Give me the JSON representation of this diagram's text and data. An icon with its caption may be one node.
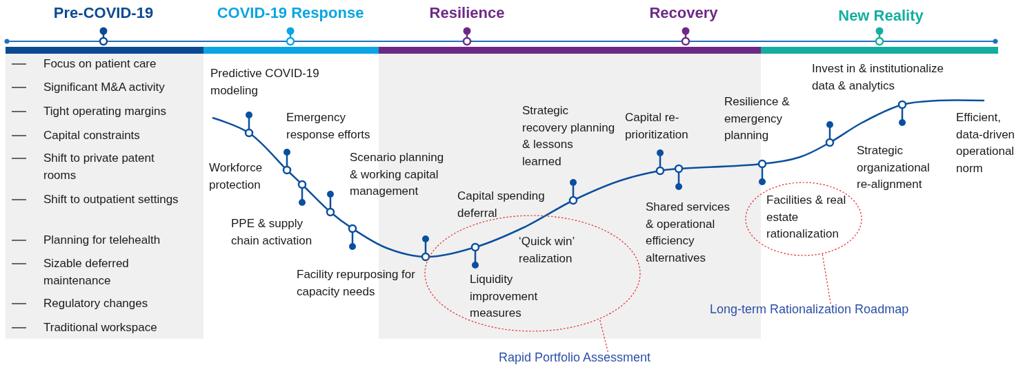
{
  "diagram": {
    "nodes": [
      {
        "text": [
          "‘Quick win’ realization",
          "Liquidity improvement measures"
        ]
      },
      {
        "text": [
          "Facilities & real estate rationalization"
        ]
      },
      {
        "text": [
          "Rapid Portfolio Assessment"
        ]
      },
      {
        "text": [
          "Long-term Rationalization Roadmap"
        ]
      }
    ],
    "edges": [
      {
        "from": 2,
        "to": 0,
        "arrow": "none",
        "style": "dashed"
      },
      {
        "from": 3,
        "to": 1,
        "arrow": "none",
        "style": "dashed"
      }
    ],
    "labels": [
      "Pre-COVID-19",
      "COVID-19 Response",
      "Resilience",
      "Recovery",
      "New Reality",
      "Focus on patient care",
      "Significant M&A activity",
      "Tight operating margins",
      "Capital constraints",
      "Shift to private patent rooms",
      "Shift to outpatient settings",
      "Planning for telehealth",
      "Sizable deferred maintenance",
      "Regulatory changes",
      "Traditional workspace",
      "Predictive COVID-19 modeling",
      "Emergency response efforts",
      "Workforce protection",
      "PPE & supply chain activation",
      "Scenario planning & working capital management",
      "Facility repurposing for capacity needs",
      "Capital spending deferral",
      "Strategic recovery planning & lessons learned",
      "Capital re-prioritization",
      "Shared services & operational efficiency alternatives",
      "Resilience & emergency planning",
      "Invest in & institutionalize data & analytics",
      "Strategic organizational re-alignment",
      "Efficient, data-driven operational norm"
    ]
  }
}
